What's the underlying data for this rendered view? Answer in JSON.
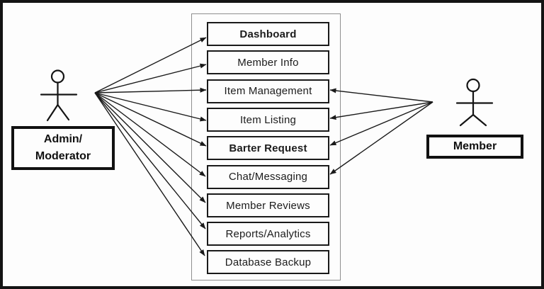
{
  "diagram": {
    "type": "use-case-diagram",
    "actors": {
      "admin": {
        "label_line1": "Admin/",
        "label_line2": "Moderator"
      },
      "member": {
        "label": "Member"
      }
    },
    "usecases": [
      "Dashboard",
      "Member Info",
      "Item Management",
      "Item Listing",
      "Barter Request",
      "Chat/Messaging",
      "Member Reviews",
      "Reports/Analytics",
      "Database Backup"
    ],
    "relations": {
      "admin": [
        "Dashboard",
        "Member Info",
        "Item Management",
        "Item Listing",
        "Barter Request",
        "Chat/Messaging",
        "Member Reviews",
        "Reports/Analytics",
        "Database Backup"
      ],
      "member": [
        "Item Management",
        "Item Listing",
        "Barter Request",
        "Chat/Messaging"
      ]
    },
    "colors": {
      "line": "#1a1a1a",
      "frame": "#141414",
      "container_border": "#8f8f8f",
      "background": "#fdfdfd"
    }
  }
}
